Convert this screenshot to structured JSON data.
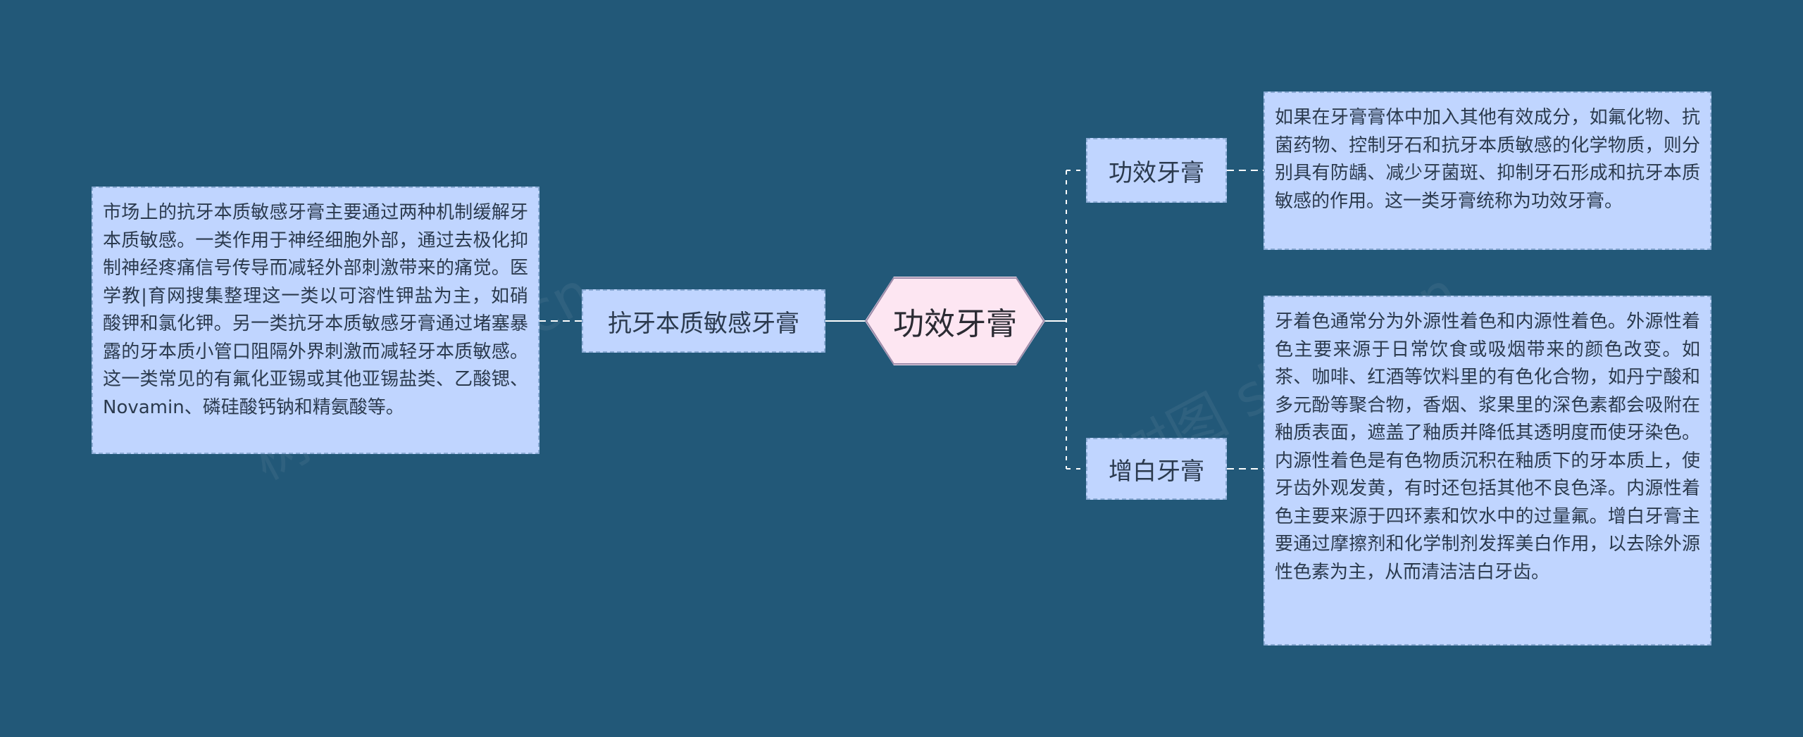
{
  "colors": {
    "background": "#225878",
    "node_fill": "#c0d5ff",
    "node_border": "#8aaad4",
    "center_fill": "#fde6f2",
    "connector": "#ffffff"
  },
  "center": {
    "label": "功效牙膏"
  },
  "left_branch": {
    "label": "抗牙本质敏感牙膏",
    "note": "市场上的抗牙本质敏感牙膏主要通过两种机制缓解牙本质敏感。一类作用于神经细胞外部，通过去极化抑制神经疼痛信号传导而减轻外部刺激带来的痛觉。医学教|育网搜集整理这一类以可溶性钾盐为主，如硝酸钾和氯化钾。另一类抗牙本质敏感牙膏通过堵塞暴露的牙本质小管口阻隔外界刺激而减轻牙本质敏感。这一类常见的有氟化亚锡或其他亚锡盐类、乙酸锶、Novamin、磷硅酸钙钠和精氨酸等。"
  },
  "right_branches": [
    {
      "label": "功效牙膏",
      "note": "如果在牙膏膏体中加入其他有效成分，如氟化物、抗菌药物、控制牙石和抗牙本质敏感的化学物质，则分别具有防龋、减少牙菌斑、抑制牙石形成和抗牙本质敏感的作用。这一类牙膏统称为功效牙膏。"
    },
    {
      "label": "增白牙膏",
      "note": "牙着色通常分为外源性着色和内源性着色。外源性着色主要来源于日常饮食或吸烟带来的颜色改变。如茶、咖啡、红酒等饮料里的有色化合物，如丹宁酸和多元酚等聚合物，香烟、浆果里的深色素都会吸附在釉质表面，遮盖了釉质并降低其透明度而使牙染色。内源性着色是有色物质沉积在釉质下的牙本质上，使牙齿外观发黄，有时还包括其他不良色泽。内源性着色主要来源于四环素和饮水中的过量氟。增白牙膏主要通过摩擦剂和化学制剂发挥美白作用，以去除外源性色素为主，从而清洁洁白牙齿。"
    }
  ]
}
